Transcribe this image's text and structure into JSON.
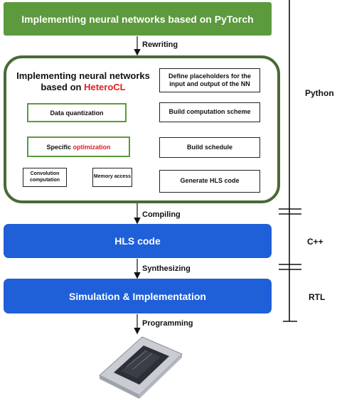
{
  "top_bar": {
    "text": "Implementing neural networks based on PyTorch"
  },
  "rewriting_label": "Rewriting",
  "heterocl_panel": {
    "title_line1": "Implementing neural networks",
    "title_line2_prefix": "based on ",
    "title_line2_highlight": "HeteroCL",
    "data_quantization": "Data quantization",
    "specific_prefix": "Specific ",
    "specific_highlight": "optimization",
    "convolution": "Convolution computation",
    "memory": "Memory access",
    "define_placeholders": "Define placeholders for the input and output of the NN",
    "build_computation": "Build computation scheme",
    "build_schedule": "Build schedule",
    "generate_hls": "Generate HLS code"
  },
  "compiling_label": "Compiling",
  "hls_bar": {
    "text": "HLS code"
  },
  "synthesizing_label": "Synthesizing",
  "sim_bar": {
    "text": "Simulation & Implementation"
  },
  "programming_label": "Programming",
  "side_labels": {
    "python": "Python",
    "cpp": "C++",
    "rtl": "RTL"
  },
  "colors": {
    "green": "#5c9a3d",
    "dark_green": "#4a6a34",
    "blue": "#1f5fd8",
    "red": "#e02020"
  }
}
